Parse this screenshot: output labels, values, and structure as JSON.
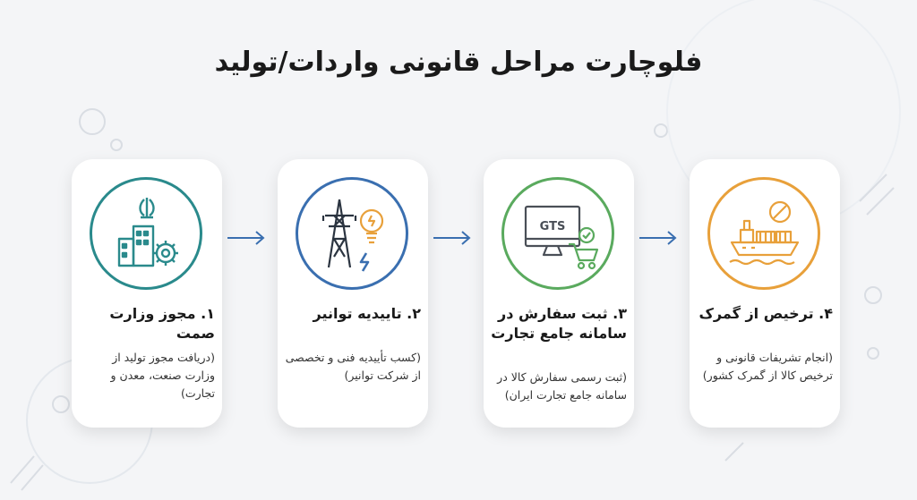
{
  "title": "فلوچارت مراحل قانونی واردات/تولید",
  "steps": [
    {
      "title": "۱. مجوز وزارت صمت",
      "desc": "(دریافت مجوز تولید از وزارت صنعت، معدن و تجارت)",
      "color": "#2a8a8c",
      "icon": "ministry-building-gear-icon"
    },
    {
      "title": "۲. تاییدیه توانیر",
      "desc": "(کسب تأییدیه فنی و تخصصی از شرکت توانیر)",
      "color": "#3a6fb0",
      "icon": "power-tower-bulb-icon"
    },
    {
      "title": "۳. ثبت سفارش در سامانه جامع تجارت",
      "desc": "(ثبت رسمی سفارش کالا در سامانه جامع تجارت ایران)",
      "color": "#5aaa5e",
      "icon": "gts-monitor-cart-icon",
      "gts": "GTS"
    },
    {
      "title": "۴. ترخیص از گمرک",
      "desc": "(انجام تشریفات قانونی و ترخیص کالا از گمرک کشور)",
      "color": "#e8a03a",
      "icon": "cargo-ship-customs-icon"
    }
  ]
}
